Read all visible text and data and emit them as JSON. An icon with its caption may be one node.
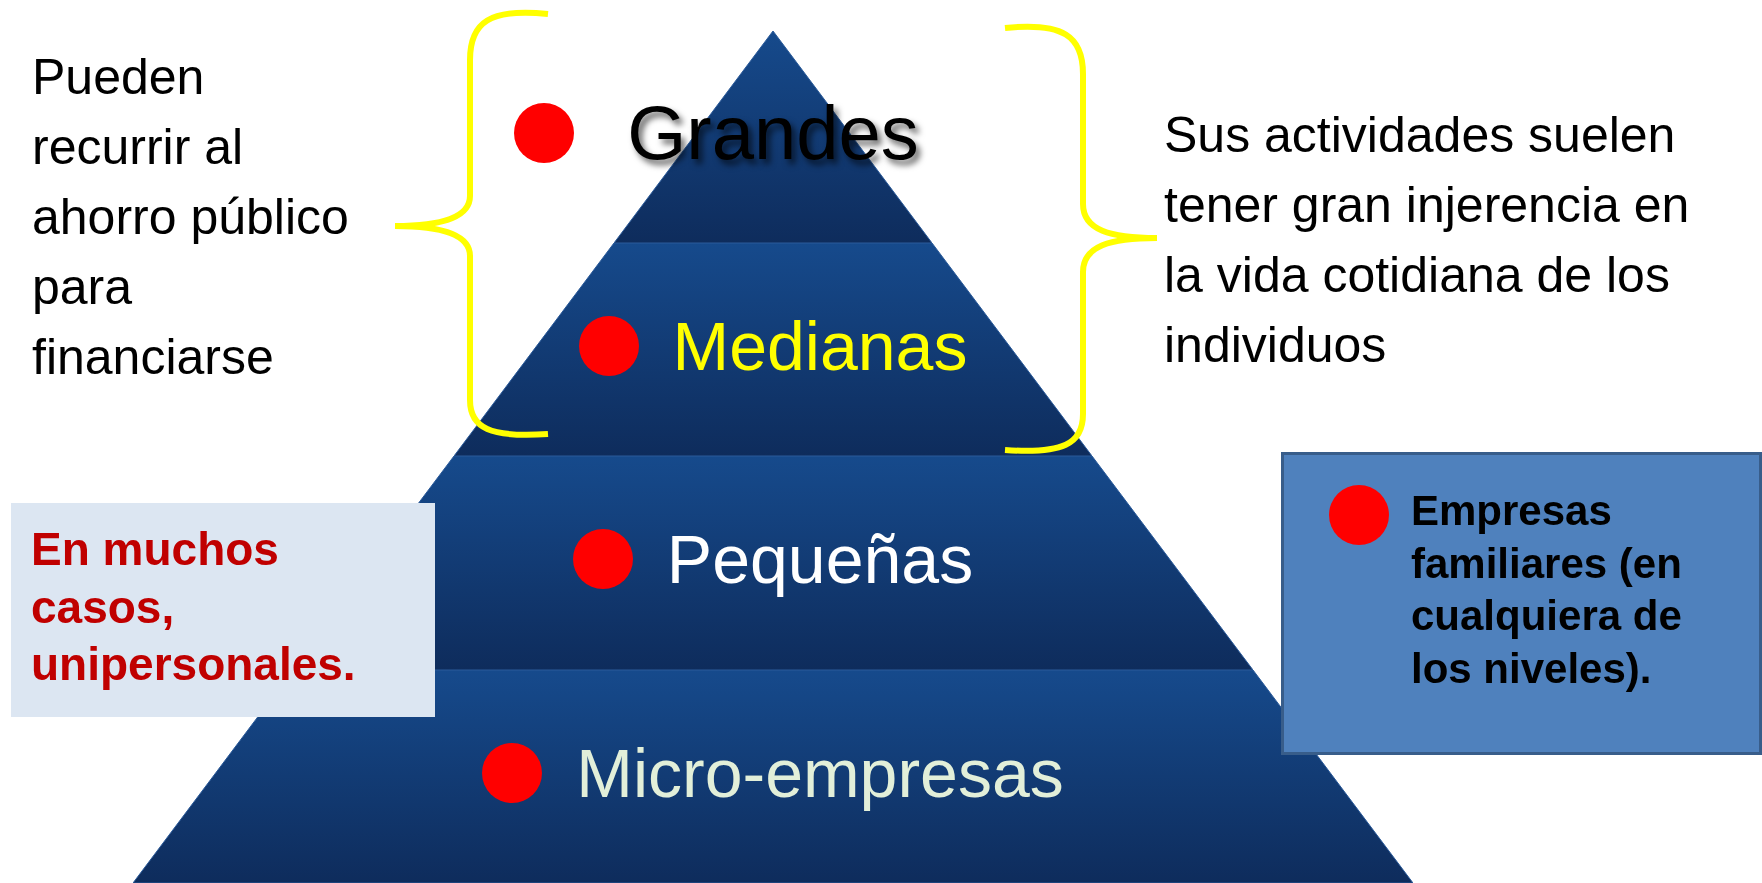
{
  "diagram": {
    "nodes": [
      {
        "text": [
          "Grandes"
        ]
      },
      {
        "text": [
          "Medianas"
        ]
      },
      {
        "text": [
          "Pequeñas"
        ]
      },
      {
        "text": [
          "Micro-empresas"
        ]
      },
      {
        "text": [
          "En muchos casos, unipersonales."
        ]
      },
      {
        "text": [
          "Empresas familiares (en cualquiera de los niveles)."
        ]
      }
    ],
    "labels": [
      "Pueden recurrir al ahorro público para financiarse",
      "Sus actividades suelen tener gran injerencia en la vida cotidiana de los individuos"
    ]
  }
}
